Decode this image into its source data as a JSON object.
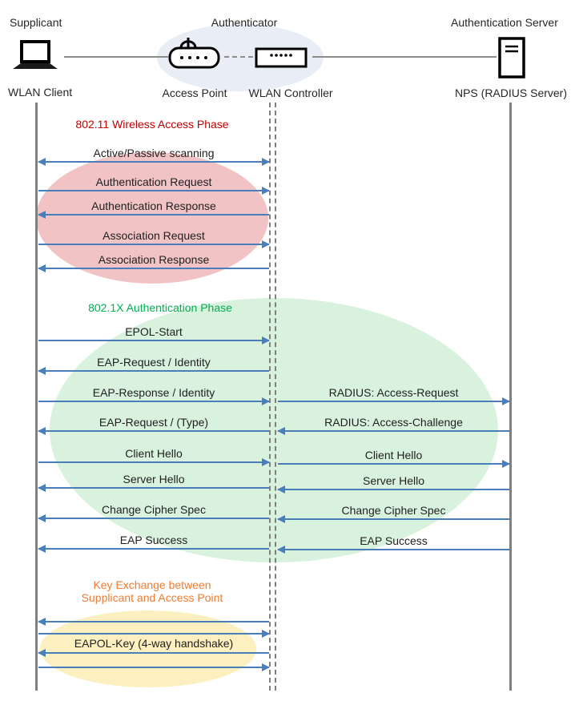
{
  "header": {
    "supplicant_role": "Supplicant",
    "authenticator_role": "Authenticator",
    "server_role": "Authentication Server",
    "supplicant_device": "WLAN Client",
    "ap_device": "Access Point",
    "wlc_device": "WLAN Controller",
    "server_device": "NPS (RADIUS Server)"
  },
  "phase1": {
    "title": "802.11 Wireless Access Phase",
    "color": "#C00000",
    "messages": [
      {
        "label": "Active/Passive scanning",
        "from": "WLAN Client",
        "to": "WLAN Controller",
        "direction": "both"
      },
      {
        "label": "Authentication Request",
        "from": "WLAN Client",
        "to": "WLAN Controller",
        "direction": "right"
      },
      {
        "label": "Authentication Response",
        "from": "WLAN Controller",
        "to": "WLAN Client",
        "direction": "left"
      },
      {
        "label": "Association Request",
        "from": "WLAN Client",
        "to": "WLAN Controller",
        "direction": "right"
      },
      {
        "label": "Association Response",
        "from": "WLAN Controller",
        "to": "WLAN Client",
        "direction": "left"
      }
    ]
  },
  "phase2": {
    "title": "802.1X Authentication Phase",
    "color": "#00B050",
    "left_messages": [
      {
        "label": "EPOL-Start",
        "direction": "right"
      },
      {
        "label": "EAP-Request / Identity",
        "direction": "left"
      },
      {
        "label": "EAP-Response / Identity",
        "direction": "right"
      },
      {
        "label": "EAP-Request / (Type)",
        "direction": "left"
      },
      {
        "label": "Client Hello",
        "direction": "right"
      },
      {
        "label": "Server Hello",
        "direction": "left"
      },
      {
        "label": "Change Cipher Spec",
        "direction": "left"
      },
      {
        "label": "EAP Success",
        "direction": "left"
      }
    ],
    "right_messages": [
      {
        "label": "RADIUS: Access-Request",
        "direction": "right"
      },
      {
        "label": "RADIUS: Access-Challenge",
        "direction": "left"
      },
      {
        "label": "Client Hello",
        "direction": "right"
      },
      {
        "label": "Server Hello",
        "direction": "left"
      },
      {
        "label": "Change Cipher Spec",
        "direction": "left"
      },
      {
        "label": "EAP Success",
        "direction": "left"
      }
    ]
  },
  "phase3": {
    "title_line1": "Key Exchange between",
    "title_line2": "Supplicant and Access Point",
    "color": "#ED7D31",
    "label": "EAPOL-Key (4-way handshake)",
    "arrow_directions": [
      "left",
      "right",
      "left",
      "right"
    ]
  },
  "colors": {
    "arrow": "#4a7ebb",
    "lifeline": "#7f7f7f",
    "phase1_fill": "#f1c3c4",
    "phase2_fill": "#d9f2de",
    "phase3_fill": "#fcefc0",
    "authenticator_fill": "#e8edf6"
  }
}
